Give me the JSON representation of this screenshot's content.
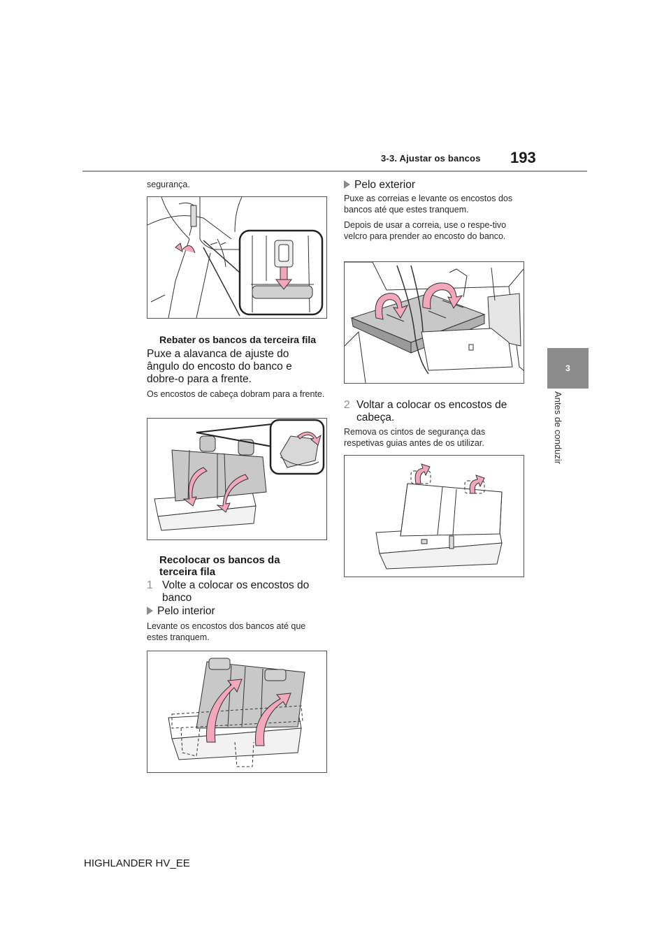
{
  "header": {
    "section_title": "3-3. Ajustar os bancos",
    "page_number": "193"
  },
  "chapter_tab": {
    "number": "3",
    "label": "Antes de conduzir"
  },
  "left_column": {
    "intro_fragment": "segurança.",
    "fold_heading": "Rebater os bancos da terceira fila",
    "fold_instruction": "Puxe a alavanca de ajuste do ângulo do encosto do banco e dobre-o para a frente.",
    "fold_note": "Os encostos de cabeça dobram para a frente.",
    "restore_heading": "Recolocar os bancos da terceira fila",
    "step1_number": "1",
    "step1_text": "Volte a colocar os encostos do banco",
    "inside_label": "Pelo interior",
    "inside_text": "Levante os encostos dos bancos até que estes tranquem."
  },
  "right_column": {
    "outside_label": "Pelo exterior",
    "outside_text1": "Puxe as correias e levante os encostos dos bancos até que estes tranquem.",
    "outside_text2": "Depois de usar a correia, use o respe-tivo velcro para prender ao encosto do banco.",
    "step2_number": "2",
    "step2_text": "Voltar a colocar os encostos de cabeça.",
    "step2_note": "Remova os cintos de segurança das respetivas guias antes de os utilizar."
  },
  "footer": {
    "model": "HIGHLANDER HV_EE"
  },
  "colors": {
    "accent_gray": "#8c8c8c",
    "arrow_pink": "#f2a7bd",
    "seat_gray": "#c8c8c8"
  }
}
